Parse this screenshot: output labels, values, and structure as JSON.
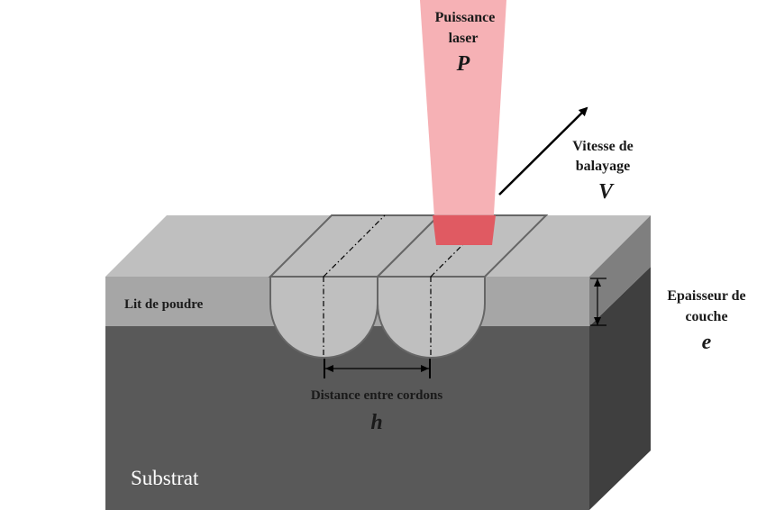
{
  "labels": {
    "laser_power_line1": "Puissance",
    "laser_power_line2": "laser",
    "laser_power_symbol": "P",
    "scan_speed_line1": "Vitesse de",
    "scan_speed_line2": "balayage",
    "scan_speed_symbol": "V",
    "powder_bed": "Lit de poudre",
    "layer_thickness_line1": "Epaisseur de",
    "layer_thickness_line2": "couche",
    "layer_thickness_symbol": "e",
    "hatch_distance": "Distance entre cordons",
    "hatch_distance_symbol": "h",
    "substrate": "Substrat"
  },
  "colors": {
    "substrate_front": "#595959",
    "substrate_side": "#3f3f3f",
    "powder_front": "#a6a6a6",
    "powder_top": "#bfbfbf",
    "powder_side": "#7f7f7f",
    "melt_track": "#bfbfbf",
    "laser_beam": "#f4a3a8",
    "laser_spot": "#e05a62"
  }
}
